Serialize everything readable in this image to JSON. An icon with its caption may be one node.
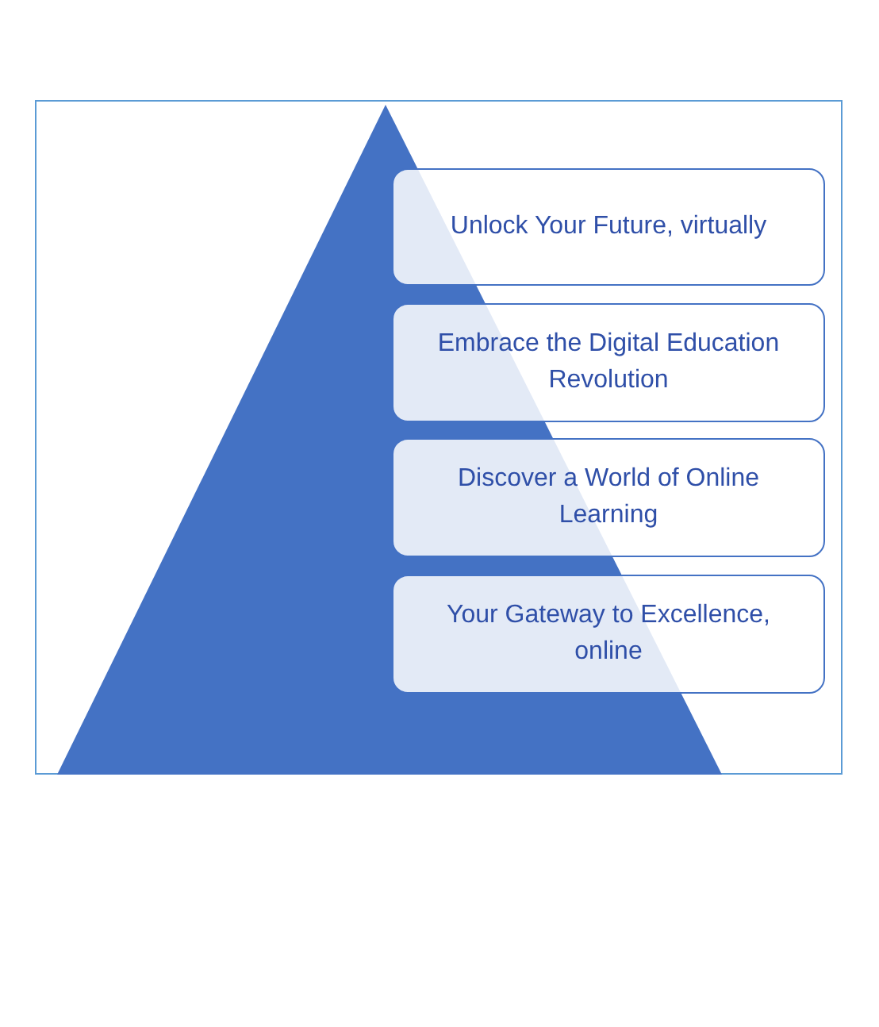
{
  "diagram": {
    "nodes": [
      {
        "text": [],
        "shape": "triangle"
      },
      {
        "text": [
          "Unlock Your Future, virtually"
        ]
      },
      {
        "text": [
          "Embrace the Digital Education Revolution"
        ]
      },
      {
        "text": [
          "Discover a World of Online Learning"
        ]
      },
      {
        "text": [
          "Your Gateway to Excellence, online"
        ]
      }
    ]
  }
}
